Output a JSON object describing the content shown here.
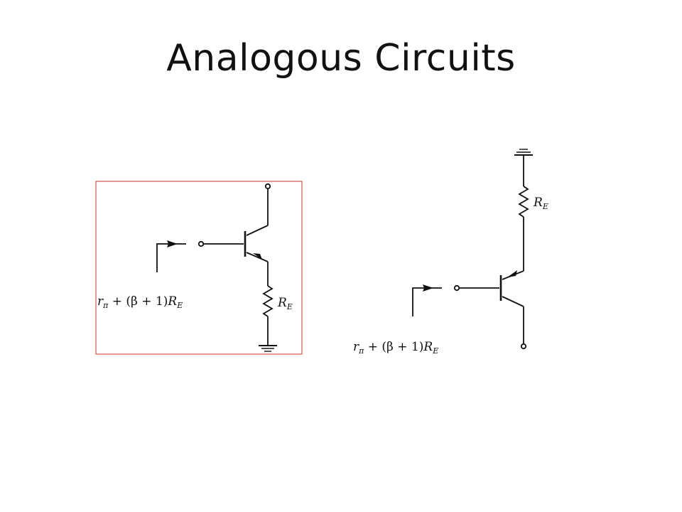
{
  "slide": {
    "title": "Analogous Circuits"
  },
  "left_circuit": {
    "resistor_label_main": "R",
    "resistor_label_sub": "E",
    "impedance_expr": {
      "r": "r",
      "r_sub": "π",
      "middle": " + (β + 1)",
      "R": "R",
      "R_sub": "E"
    }
  },
  "right_circuit": {
    "resistor_label_main": "R",
    "resistor_label_sub": "E",
    "impedance_expr": {
      "r": "r",
      "r_sub": "π",
      "middle": " + (β + 1)",
      "R": "R",
      "R_sub": "E"
    }
  },
  "colors": {
    "highlight_box": "#cc2f2f",
    "wire": "#111111"
  }
}
